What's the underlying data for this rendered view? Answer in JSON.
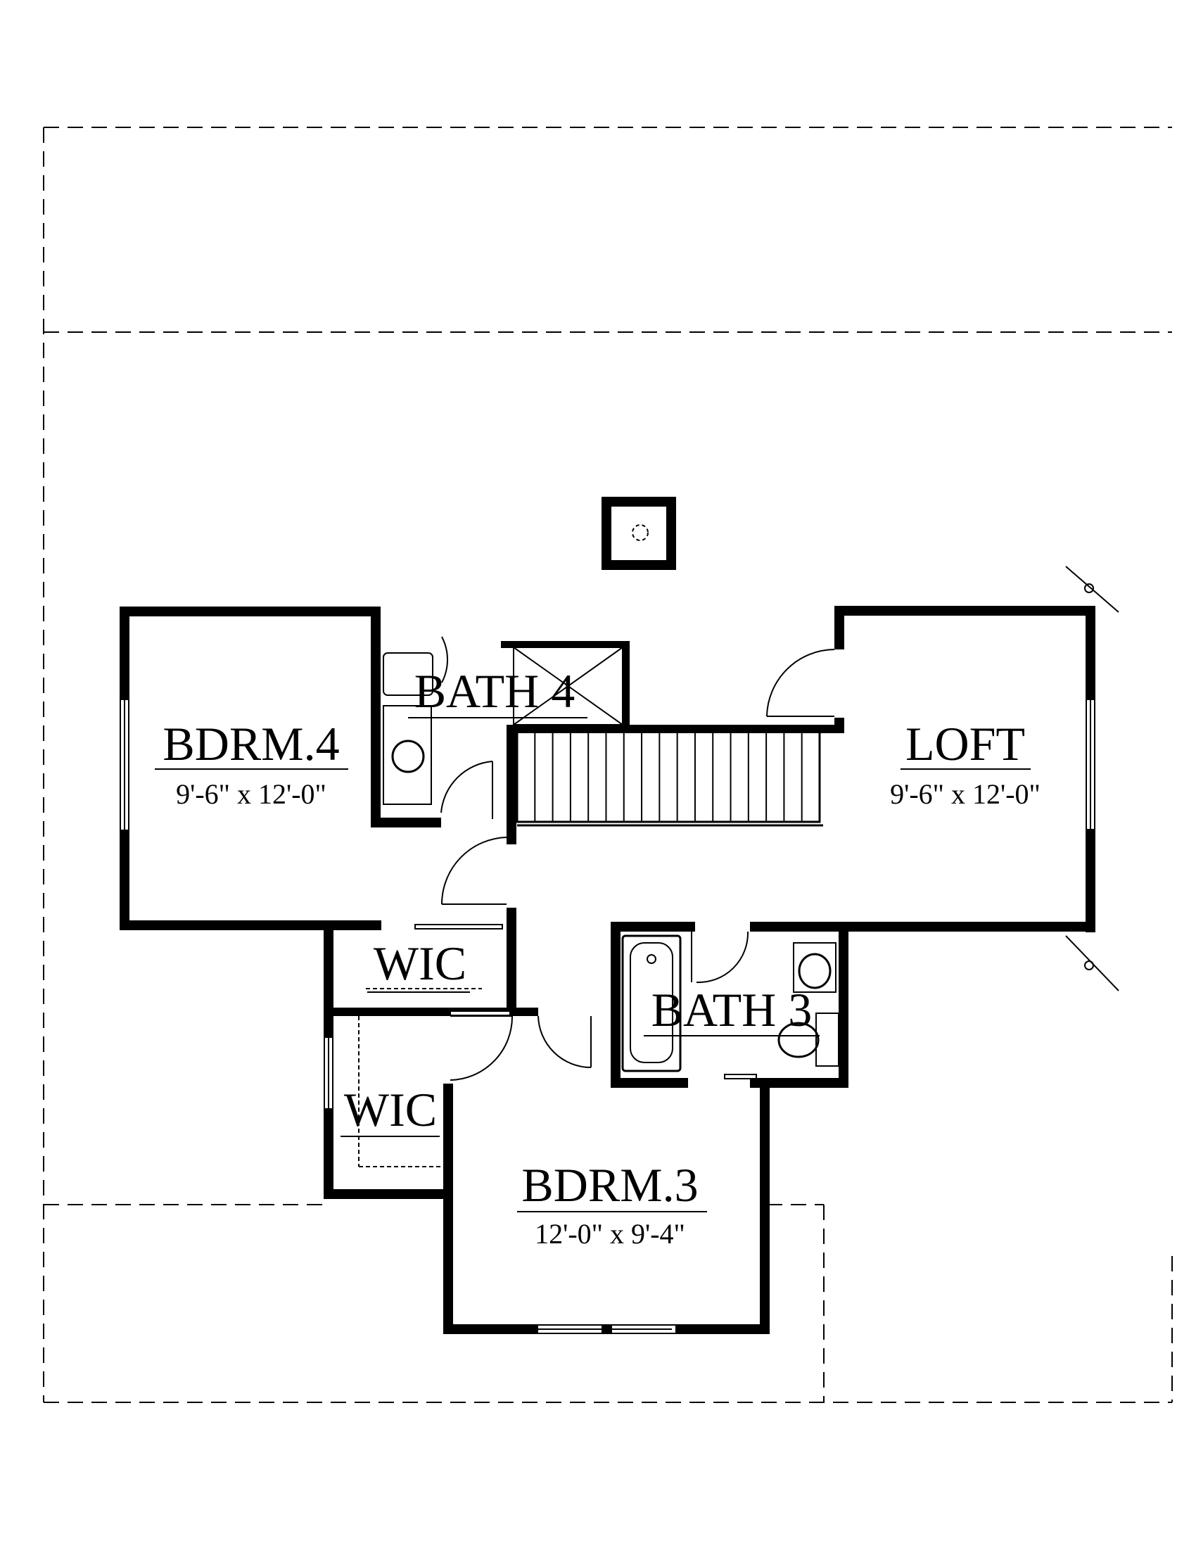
{
  "plan": {
    "rooms": [
      {
        "id": "bdrm4",
        "name": "BDRM.4",
        "dims": "9'-6\" x 12'-0\""
      },
      {
        "id": "loft",
        "name": "LOFT",
        "dims": "9'-6\" x 12'-0\""
      },
      {
        "id": "bath4",
        "name": "BATH 4"
      },
      {
        "id": "bath3",
        "name": "BATH 3"
      },
      {
        "id": "wic_upper",
        "name": "WIC"
      },
      {
        "id": "wic_lower",
        "name": "WIC"
      },
      {
        "id": "bdrm3",
        "name": "BDRM.3",
        "dims": "12'-0\" x 9'-4\""
      }
    ]
  }
}
